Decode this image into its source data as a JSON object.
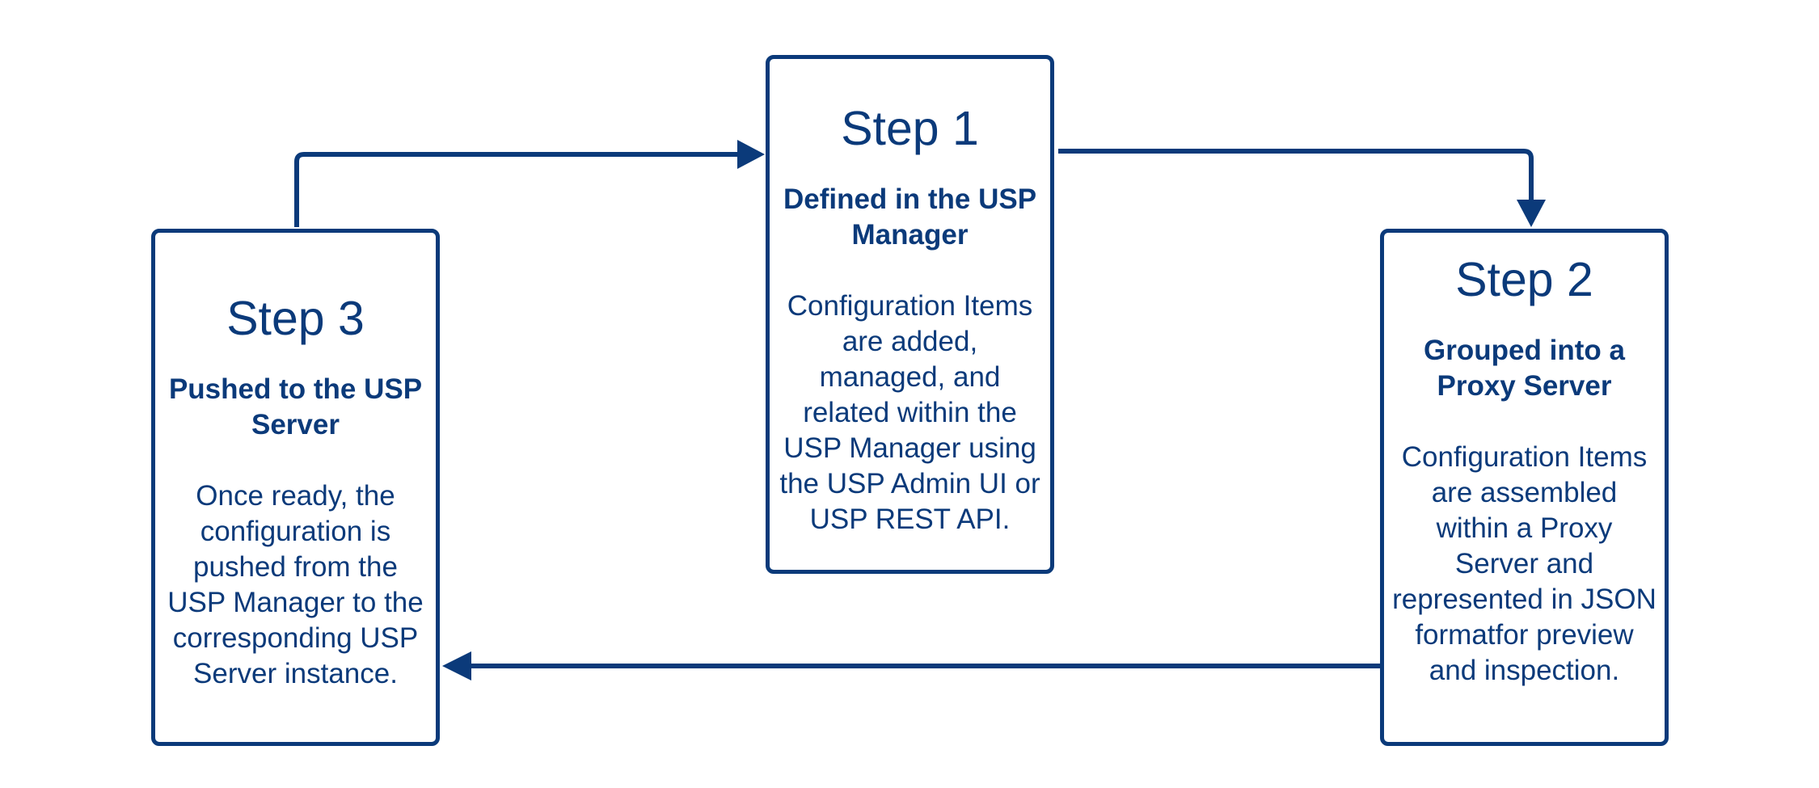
{
  "steps": [
    {
      "id": "step1",
      "title": "Step 1",
      "subtitle": "Defined in the USP Manager",
      "description": "Configuration Items are added, managed, and related within the USP Manager using the USP Admin UI or USP REST API."
    },
    {
      "id": "step2",
      "title": "Step 2",
      "subtitle": "Grouped into a Proxy Server",
      "description": "Configuration Items are assembled within a Proxy Server and represented in JSON formatfor preview and inspection."
    },
    {
      "id": "step3",
      "title": "Step 3",
      "subtitle": "Pushed to the USP Server",
      "description": "Once ready, the configuration is pushed from the USP Manager to the corresponding USP Server instance."
    }
  ],
  "colors": {
    "accent": "#0b3a7a",
    "background": "#ffffff"
  }
}
